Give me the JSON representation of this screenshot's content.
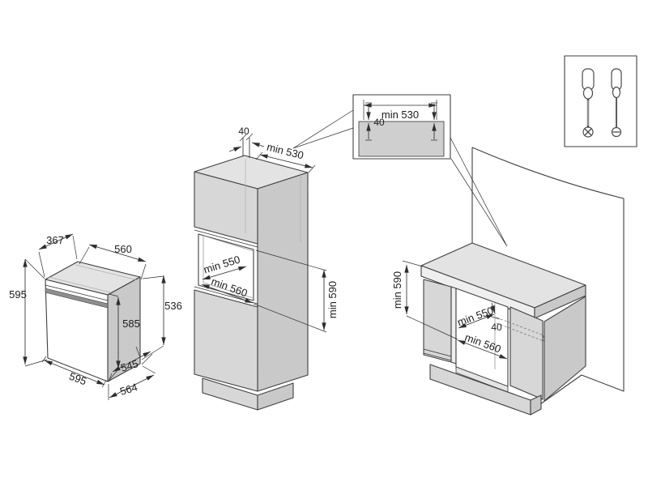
{
  "figure": {
    "type": "oven-installation-dimension-diagram",
    "oven": {
      "top_depth": "367",
      "top_width": "560",
      "height": "595",
      "door_height": "585",
      "body_height": "536",
      "body_depth": "545",
      "width": "595",
      "total_depth": "564"
    },
    "tall_unit": {
      "top_recess": "40",
      "top_width": "min 530",
      "niche_depth": "min 550",
      "niche_width": "min 560",
      "niche_height": "min 590"
    },
    "detail_inset": {
      "width": "min 530",
      "recess": "40"
    },
    "base_unit": {
      "niche_height": "min 590",
      "niche_depth": "min 550",
      "recess": "40",
      "niche_width": "min 560"
    },
    "tools": {
      "item1": "phillips-screwdriver",
      "item2": "flat-screwdriver"
    },
    "colors": {
      "line": "#3f3f3f",
      "dimension": "#2e2e2e",
      "fill_top": "#e3e3e3",
      "fill_front": "#d7d7d7",
      "fill_side": "#c9c9c9",
      "background": "#ffffff"
    }
  }
}
